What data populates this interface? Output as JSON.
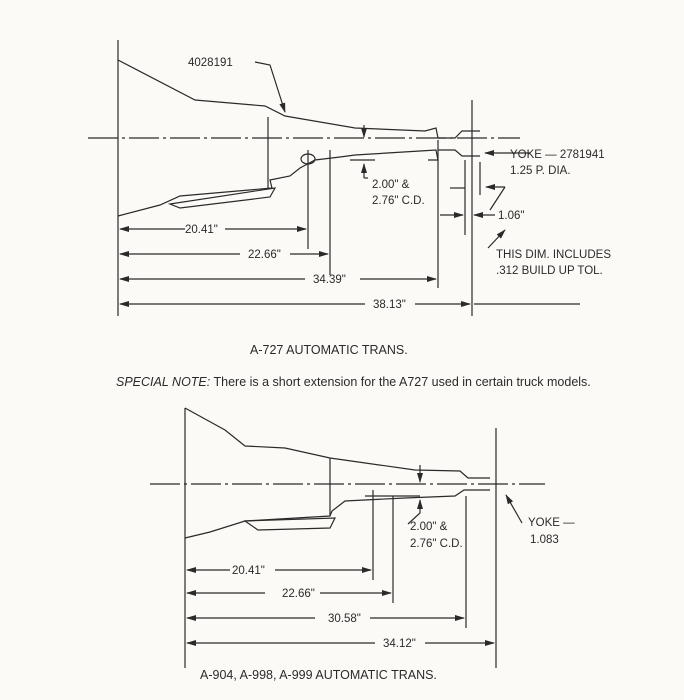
{
  "top_diagram": {
    "part_label": "4028191",
    "yoke_label": "YOKE — 2781941",
    "yoke_sub": "1.25 P. DIA.",
    "cd_line1": "2.00\" &",
    "cd_line2": "2.76\" C.D.",
    "small_dim": "1.06\"",
    "dim_note_1": "THIS DIM. INCLUDES",
    "dim_note_2": ".312 BUILD UP TOL.",
    "dims": [
      "20.41\"",
      "22.66\"",
      "34.39\"",
      "38.13\""
    ],
    "caption": "A-727 AUTOMATIC TRANS."
  },
  "special_note": {
    "label": "SPECIAL NOTE:",
    "text": " There is a short extension for the A727 used in certain truck models."
  },
  "bottom_diagram": {
    "yoke_label": "YOKE —",
    "yoke_sub": "1.083",
    "cd_line1": "2.00\" &",
    "cd_line2": "2.76\" C.D.",
    "dims": [
      "20.41\"",
      "22.66\"",
      "30.58\"",
      "34.12\""
    ],
    "caption": "A-904, A-998, A-999 AUTOMATIC TRANS."
  }
}
